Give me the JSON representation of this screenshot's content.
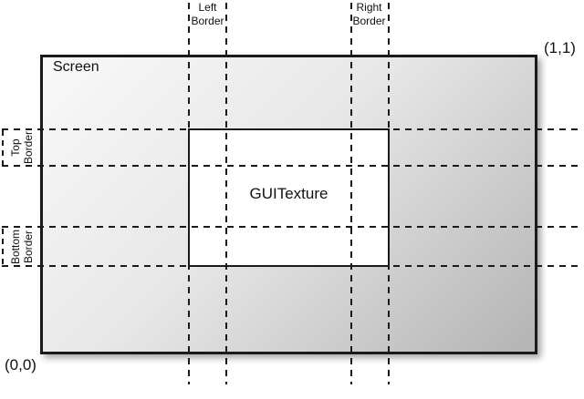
{
  "labels": {
    "screen": "Screen",
    "texture": "GUITexture",
    "origin": "(0,0)",
    "top_right": "(1,1)",
    "left_border": {
      "line1": "Left",
      "line2": "Border"
    },
    "right_border": {
      "line1": "Right",
      "line2": "Border"
    },
    "top_border": {
      "line1": "Top",
      "line2": "Border"
    },
    "bottom_border": {
      "line1": "Bottom",
      "line2": "Border"
    }
  },
  "colors": {
    "line": "#1a1a1a",
    "screen_gradient_start": "#f9f9f9",
    "screen_gradient_end": "#b4b4b4",
    "texture_fill": "#ffffff"
  }
}
